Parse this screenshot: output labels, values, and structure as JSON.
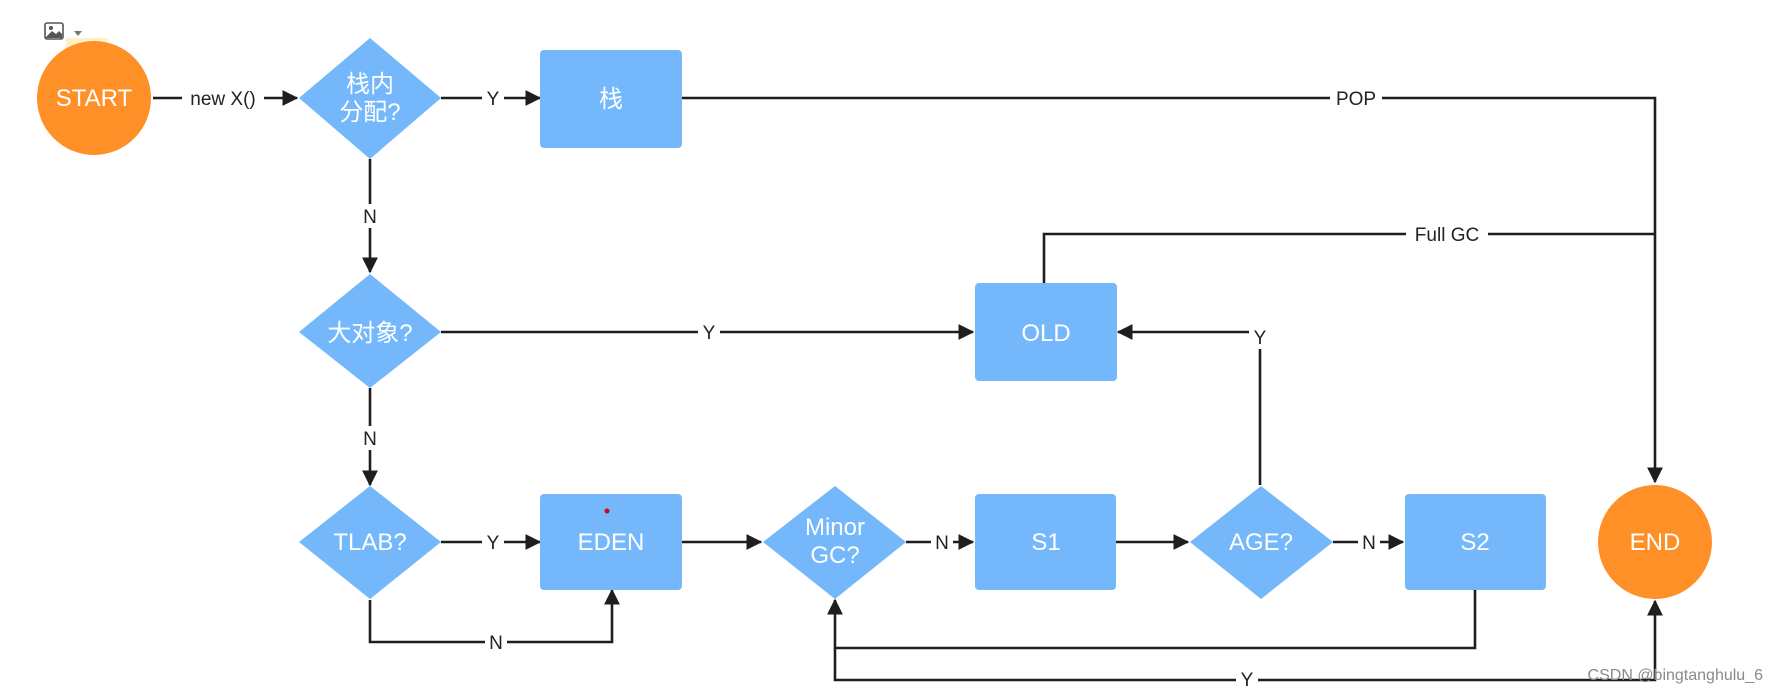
{
  "nodes": {
    "start": "START",
    "stack_alloc_q1": "栈内",
    "stack_alloc_q2": "分配?",
    "stack": "栈",
    "big_object_q": "大对象?",
    "old": "OLD",
    "tlab_q": "TLAB?",
    "eden": "EDEN",
    "minor_gc_q1": "Minor",
    "minor_gc_q2": "GC?",
    "s1": "S1",
    "age_q": "AGE?",
    "s2": "S2",
    "end": "END"
  },
  "edges": {
    "new_x": "new X()",
    "stack_y": "Y",
    "pop": "POP",
    "stack_n": "N",
    "full_gc": "Full GC",
    "big_y": "Y",
    "big_n": "N",
    "tlab_y": "Y",
    "tlab_n": "N",
    "minor_n": "N",
    "age_y": "Y",
    "age_n": "N",
    "end_y": "Y"
  },
  "watermark": "CSDN @bingtanghulu_6",
  "colors": {
    "terminal": "#FF9027",
    "process": "#74B8FB",
    "line": "#1e1e1e",
    "label_text": "#222222",
    "note_tab": "#FFF1C7"
  },
  "icons": [
    "image-icon",
    "dropdown-caret-icon"
  ]
}
